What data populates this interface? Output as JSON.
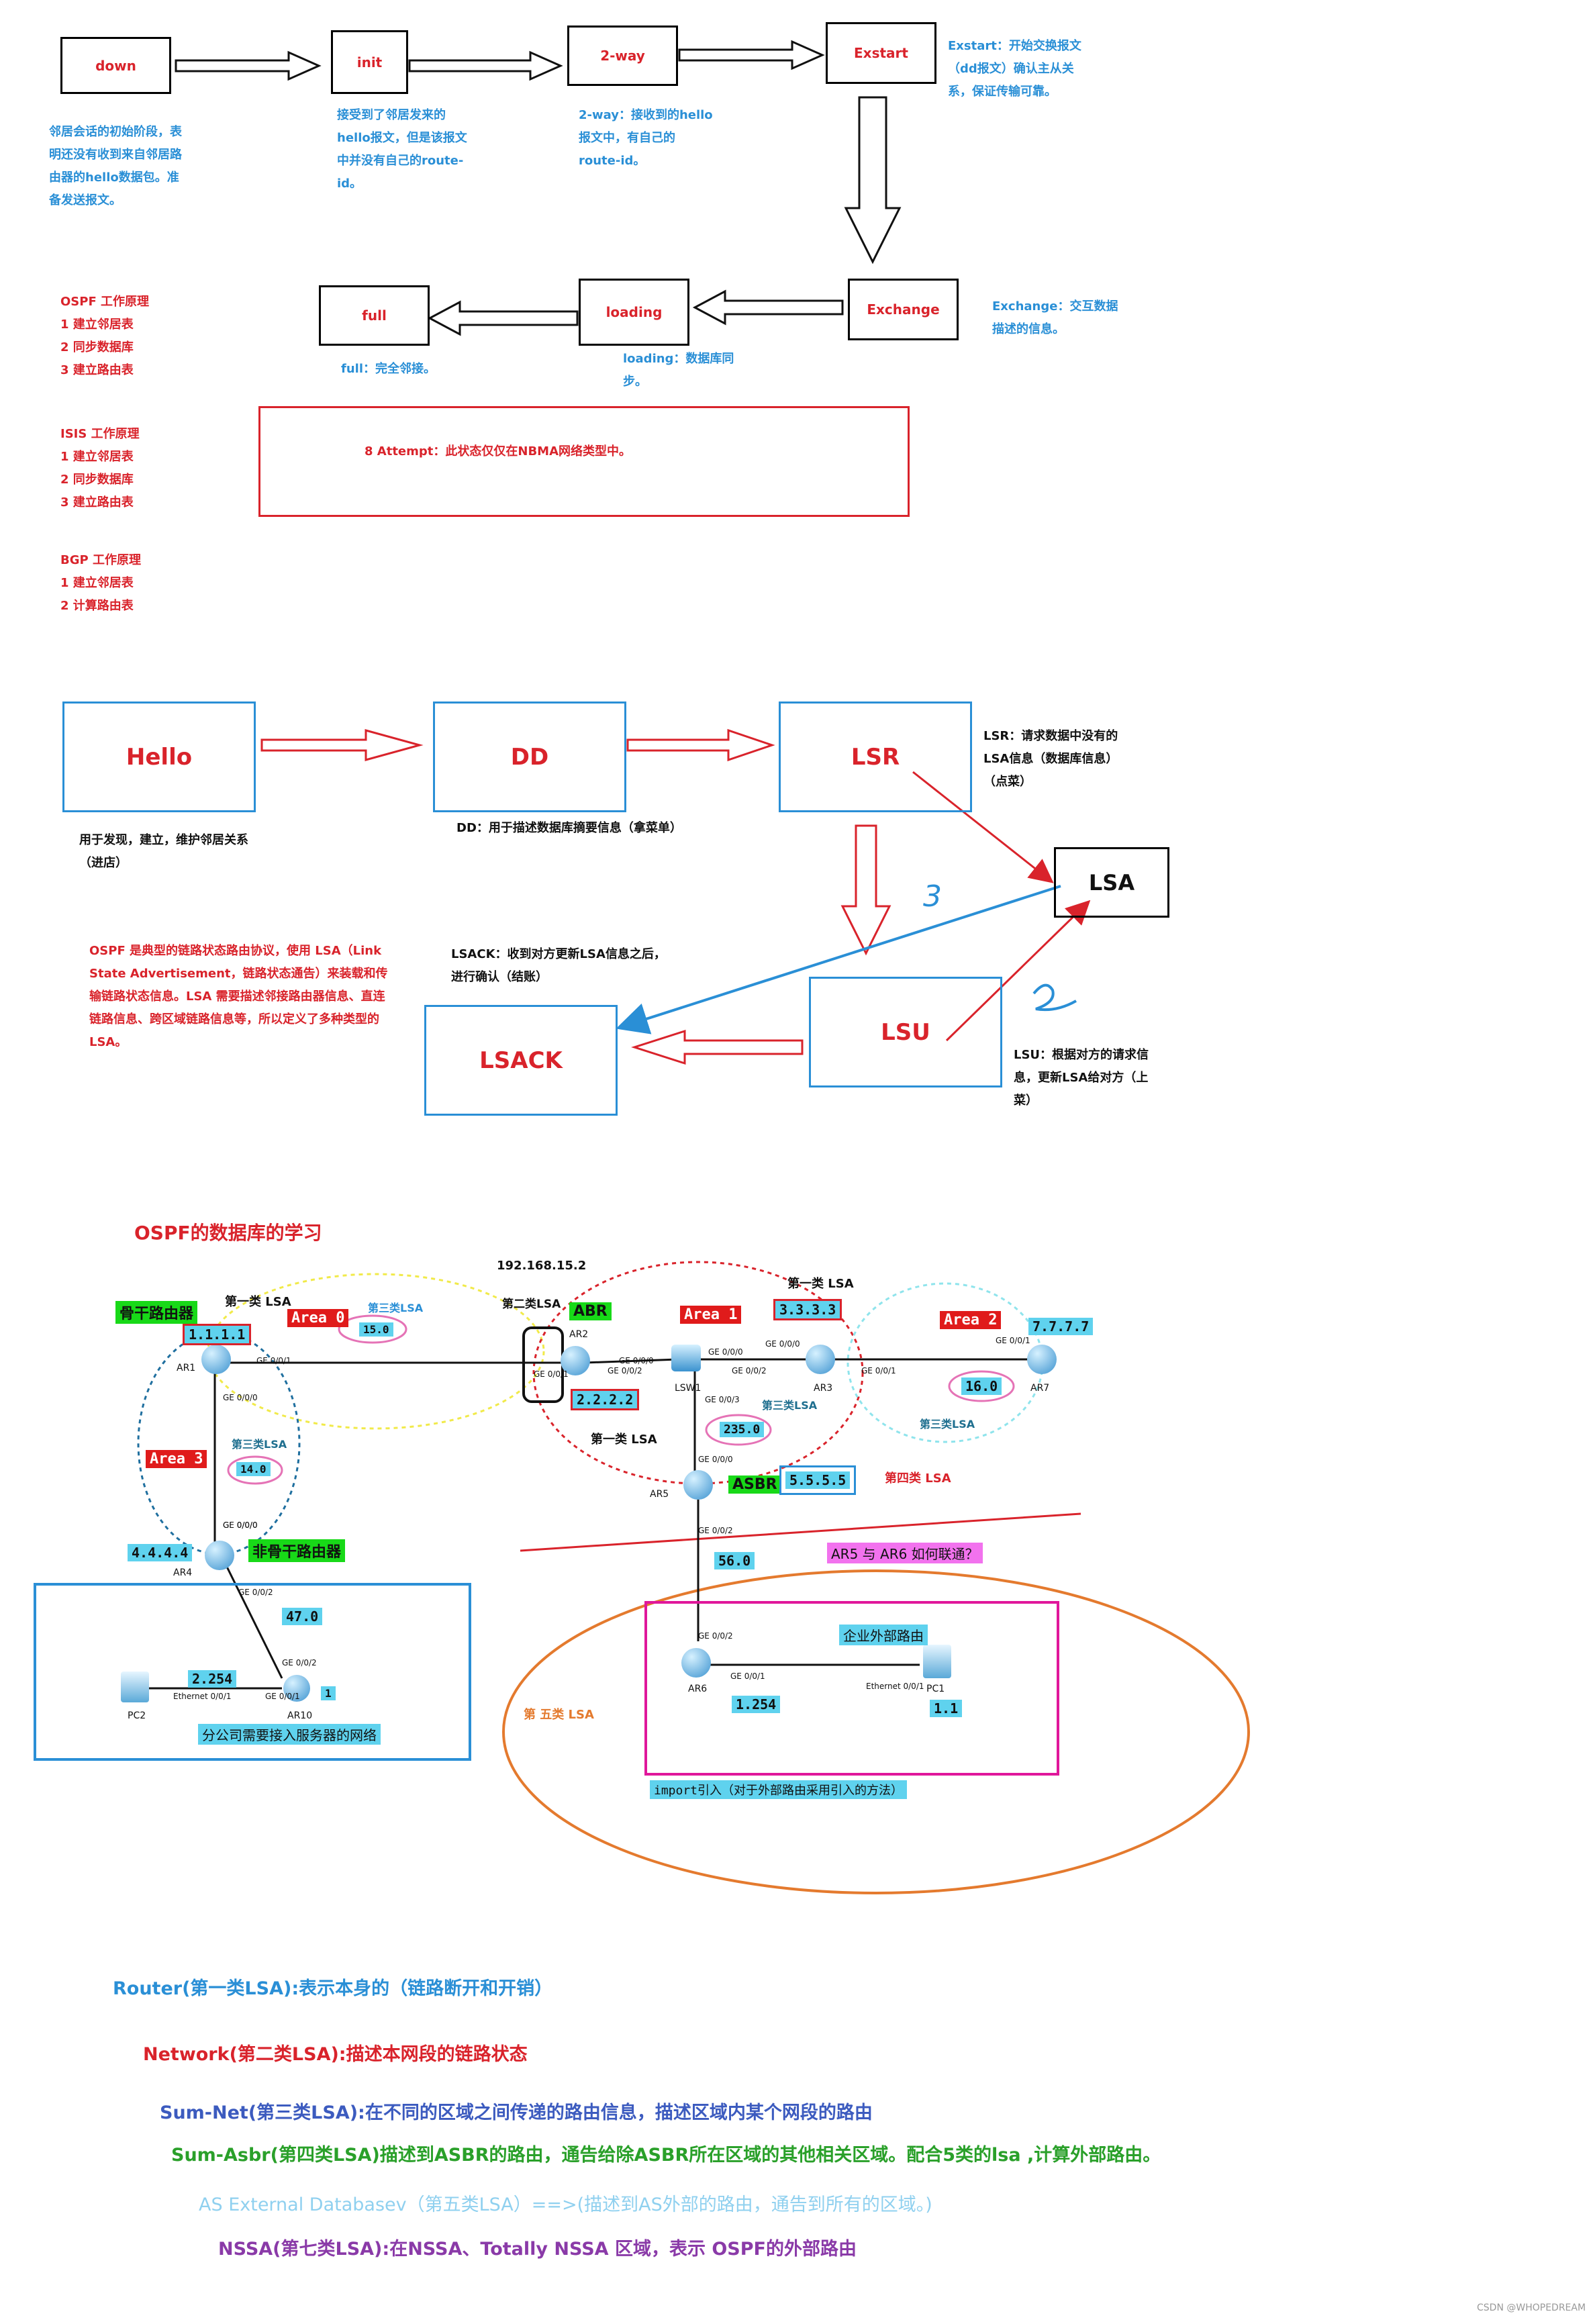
{
  "flow1": {
    "down": "down",
    "init": "init",
    "twoway": "2-way",
    "exstart": "Exstart",
    "exchange": "Exchange",
    "loading": "loading",
    "full": "full",
    "desc_down": "邻居会话的初始阶段，表明还没有收到来自邻居路由器的hello数据包。准备发送报文。",
    "desc_init": "接受到了邻居发来的hello报文，但是该报文中并没有自己的route-id。",
    "desc_twoway": "2-way：接收到的hello报文中，有自己的route-id。",
    "desc_exstart": "Exstart：开始交换报文（dd报文）确认主从关系，保证传输可靠。",
    "desc_exchange": "Exchange：交互数据描述的信息。",
    "desc_loading": "loading：数据库同步。",
    "desc_full": "full：完全邻接。",
    "attempt": "8  Attempt：此状态仅仅在NBMA网络类型中。"
  },
  "principles": [
    {
      "title": "OSPF 工作原理",
      "items": [
        "1 建立邻居表",
        "2 同步数据库",
        "3 建立路由表"
      ]
    },
    {
      "title": "ISIS 工作原理",
      "items": [
        "1 建立邻居表",
        "2 同步数据库",
        "3 建立路由表"
      ]
    },
    {
      "title": "BGP 工作原理",
      "items": [
        "1 建立邻居表",
        "2 计算路由表"
      ]
    }
  ],
  "flow2": {
    "hello": "Hello",
    "dd": "DD",
    "lsr": "LSR",
    "lsa": "LSA",
    "lsu": "LSU",
    "lsack": "LSACK",
    "desc_hello": "用于发现，建立，维护邻居关系（进店）",
    "desc_dd": "DD：用于描述数据库摘要信息（拿菜单）",
    "desc_lsr": "LSR：请求数据中没有的LSA信息（数据库信息）（点菜）",
    "desc_lsack": "LSACK：收到对方更新LSA信息之后，进行确认（结账）",
    "desc_lsu": "LSU：根据对方的请求信息，更新LSA给对方（上菜）",
    "ospf_desc": "OSPF 是典型的链路状态路由协议，使用 LSA（Link State Advertisement，链路状态通告）来装载和传输链路状态信息。LSA 需要描述邻接路由器信息、直连链路信息、跨区域链路信息等，所以定义了多种类型的 LSA。",
    "mark3": "3",
    "mark2": "2"
  },
  "topology": {
    "heading": "OSPF的数据库的学习",
    "ip_top": "192.168.15.2",
    "labels": {
      "backbone": "骨干路由器",
      "lsa1_left": "第一类 LSA",
      "area0": "Area 0",
      "lsa3_top": "第三类LSA",
      "net15": "15.0",
      "rid1": "1.1.1.1",
      "ar1": "AR1",
      "lsa2": "第二类LSA",
      "abr": "ABR",
      "ar2": "AR2",
      "rid2": "2.2.2.2",
      "area1": "Area 1",
      "lsa1_right": "第一类 LSA",
      "rid3": "3.3.3.3",
      "ar3": "AR3",
      "area2": "Area 2",
      "rid7": "7.7.7.7",
      "ar7": "AR7",
      "net16": "16.0",
      "lsa3_right": "第三类LSA",
      "lsw1": "LSW1",
      "net235": "235.0",
      "lsa3_mid": "第三类LSA",
      "lsa1_mid": "第一类 LSA",
      "asbr": "ASBR",
      "rid5": "5.5.5.5",
      "lsa4": "第四类 LSA",
      "ar5": "AR5",
      "area3": "Area 3",
      "lsa3_left": "第三类LSA",
      "net14": "14.0",
      "rid4": "4.4.4.4",
      "ar4": "AR4",
      "nonbackbone": "非骨干路由器",
      "net47": "47.0",
      "net2254": "2.254",
      "pc2": "PC2",
      "ar10": "AR10",
      "one": "1",
      "branch": "分公司需要接入服务器的网络",
      "question": "AR5 与 AR6 如何联通？",
      "net56": "56.0",
      "ext": "企业外部路由",
      "ar6": "AR6",
      "pc1": "PC1",
      "net1254": "1.254",
      "net11": "1.1",
      "lsa5": "第 五类 LSA",
      "import": "import引入（对于外部路由采用引入的方法）"
    },
    "ports": {
      "p1": "GE 0/0/1",
      "p2": "GE 0/0/0",
      "p3": "GE 0/0/0",
      "p4": "GE 0/0/1",
      "p5": "GE 0/0/0",
      "p6": "GE 0/0/2",
      "p7": "GE 0/0/0",
      "p8": "GE 0/0/1",
      "p9": "GE 0/0/1",
      "p10": "GE 0/0/3",
      "p11": "GE 0/0/0",
      "p12": "GE 0/0/2",
      "p13": "GE 0/0/2",
      "p14": "GE 0/0/0",
      "p15": "GE 0/0/2",
      "p16": "GE 0/0/2",
      "p17": "Ethernet 0/0/1",
      "p18": "GE 0/0/1",
      "p19": "GE 0/0/2",
      "p20": "GE 0/0/1",
      "p21": "Ethernet 0/0/1",
      "p22": "GE 0/0/0"
    }
  },
  "lsa_types": [
    {
      "text": "Router(第一类LSA):表示本身的（链路断开和开销）",
      "color": "#2a8fd6"
    },
    {
      "text": "Network(第二类LSA):描述本网段的链路状态",
      "color": "#d9232b"
    },
    {
      "text": "Sum-Net(第三类LSA):在不同的区域之间传递的路由信息，描述区域内某个网段的路由",
      "color": "#3c5bbf"
    },
    {
      "text": "Sum-Asbr(第四类LSA)描述到ASBR的路由，通告给除ASBR所在区域的其他相关区域。配合5类的lsa ,计算外部路由。",
      "color": "#2aa02a"
    },
    {
      "text": "AS External Databasev（第五类LSA）==>(描述到AS外部的路由，通告到所有的区域。)",
      "color": "#8fd0ef"
    },
    {
      "text": "NSSA(第七类LSA):在NSSA、Totally NSSA 区域，表示 OSPF的外部路由",
      "color": "#8a3aa8"
    }
  ],
  "watermark": "CSDN @WHOPEDREAM"
}
